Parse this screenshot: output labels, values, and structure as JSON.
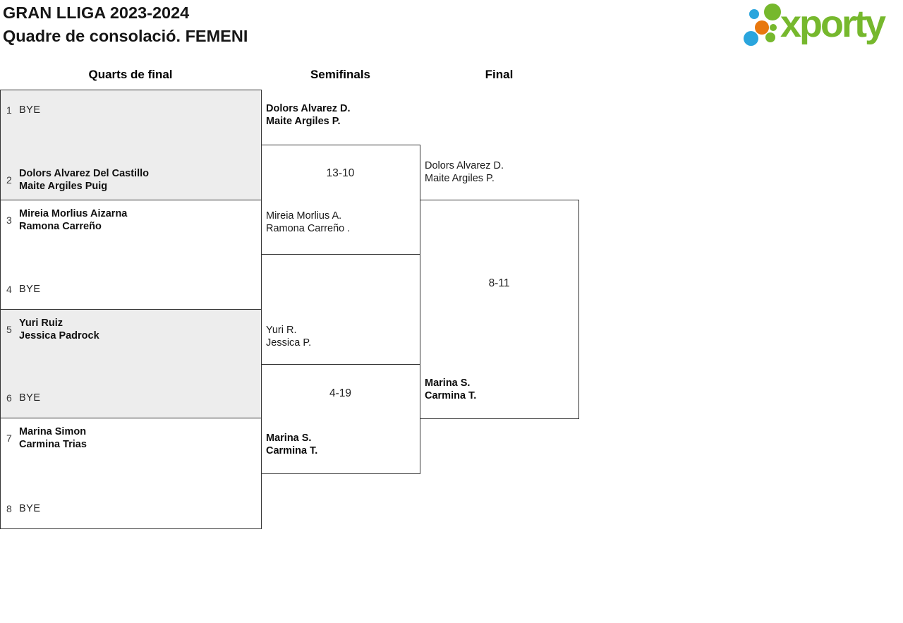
{
  "header": {
    "title": "GRAN LLIGA 2023-2024",
    "subtitle": "Quadre de consolació. FEMENI",
    "logo_text": "xporty"
  },
  "rounds": {
    "quarterfinals_label": "Quarts de final",
    "semifinals_label": "Semifinals",
    "final_label": "Final"
  },
  "colors": {
    "logo_green": "#76b82d",
    "logo_blue": "#2aa5dd",
    "logo_orange": "#e8770e",
    "bye_box_bg": "#ededed",
    "border": "#333333"
  },
  "quarterfinals": [
    {
      "slots": [
        {
          "seed": "1",
          "lines": [
            "BYE"
          ]
        },
        {
          "seed": "2",
          "lines": [
            "Dolors Alvarez Del Castillo",
            "Maite Argiles Puig"
          ]
        }
      ]
    },
    {
      "slots": [
        {
          "seed": "3",
          "lines": [
            "Mireia Morlius Aizarna",
            "Ramona Carreño"
          ]
        },
        {
          "seed": "4",
          "lines": [
            "BYE"
          ]
        }
      ]
    },
    {
      "slots": [
        {
          "seed": "5",
          "lines": [
            "Yuri Ruiz",
            "Jessica Padrock"
          ]
        },
        {
          "seed": "6",
          "lines": [
            "BYE"
          ]
        }
      ]
    },
    {
      "slots": [
        {
          "seed": "7",
          "lines": [
            "Marina Simon",
            "Carmina Trias"
          ]
        },
        {
          "seed": "8",
          "lines": [
            "BYE"
          ]
        }
      ]
    }
  ],
  "semifinals": [
    {
      "score": "13-10",
      "top": {
        "winner": true,
        "lines": [
          "Dolors Alvarez D.",
          "Maite Argiles P."
        ]
      },
      "bottom": {
        "winner": false,
        "lines": [
          "Mireia Morlius A.",
          "Ramona Carreño ."
        ]
      }
    },
    {
      "score": "4-19",
      "top": {
        "winner": false,
        "lines": [
          "Yuri R.",
          "Jessica P."
        ]
      },
      "bottom": {
        "winner": true,
        "lines": [
          "Marina S.",
          "Carmina T."
        ]
      }
    }
  ],
  "final": {
    "score": "8-11",
    "top": {
      "winner": false,
      "lines": [
        "Dolors Alvarez D.",
        "Maite Argiles P."
      ]
    },
    "bottom": {
      "winner": true,
      "lines": [
        "Marina S.",
        "Carmina T."
      ]
    }
  }
}
